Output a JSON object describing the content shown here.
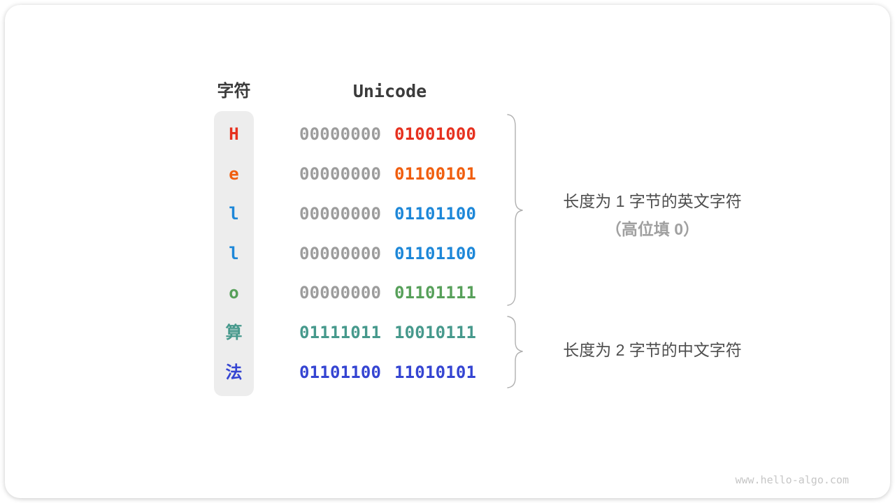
{
  "table": {
    "headers": {
      "char": "字符",
      "unicode": "Unicode"
    },
    "rows": [
      {
        "char": "H",
        "char_color": "#e6311f",
        "b1": "00000000",
        "b1_color": "#9c9c9c",
        "b2": "01001000",
        "b2_color": "#e6311f"
      },
      {
        "char": "e",
        "char_color": "#f05e0e",
        "b1": "00000000",
        "b1_color": "#9c9c9c",
        "b2": "01100101",
        "b2_color": "#f05e0e"
      },
      {
        "char": "l",
        "char_color": "#1d87d8",
        "b1": "00000000",
        "b1_color": "#9c9c9c",
        "b2": "01101100",
        "b2_color": "#1d87d8"
      },
      {
        "char": "l",
        "char_color": "#1d87d8",
        "b1": "00000000",
        "b1_color": "#9c9c9c",
        "b2": "01101100",
        "b2_color": "#1d87d8"
      },
      {
        "char": "o",
        "char_color": "#57a05a",
        "b1": "00000000",
        "b1_color": "#9c9c9c",
        "b2": "01101111",
        "b2_color": "#57a05a"
      },
      {
        "char": "算",
        "char_color": "#46998c",
        "b1": "01111011",
        "b1_color": "#46998c",
        "b2": "10010111",
        "b2_color": "#46998c"
      },
      {
        "char": "法",
        "char_color": "#3545d2",
        "b1": "01101100",
        "b1_color": "#3545d2",
        "b2": "11010101",
        "b2_color": "#3545d2"
      }
    ]
  },
  "annotations": [
    {
      "line1": "长度为 1 字节的英文字符",
      "line2": "（高位填 0）"
    },
    {
      "line1": "长度为 2 字节的中文字符"
    }
  ],
  "brace_color": "#b0b0b0",
  "watermark": "www.hello-algo.com"
}
